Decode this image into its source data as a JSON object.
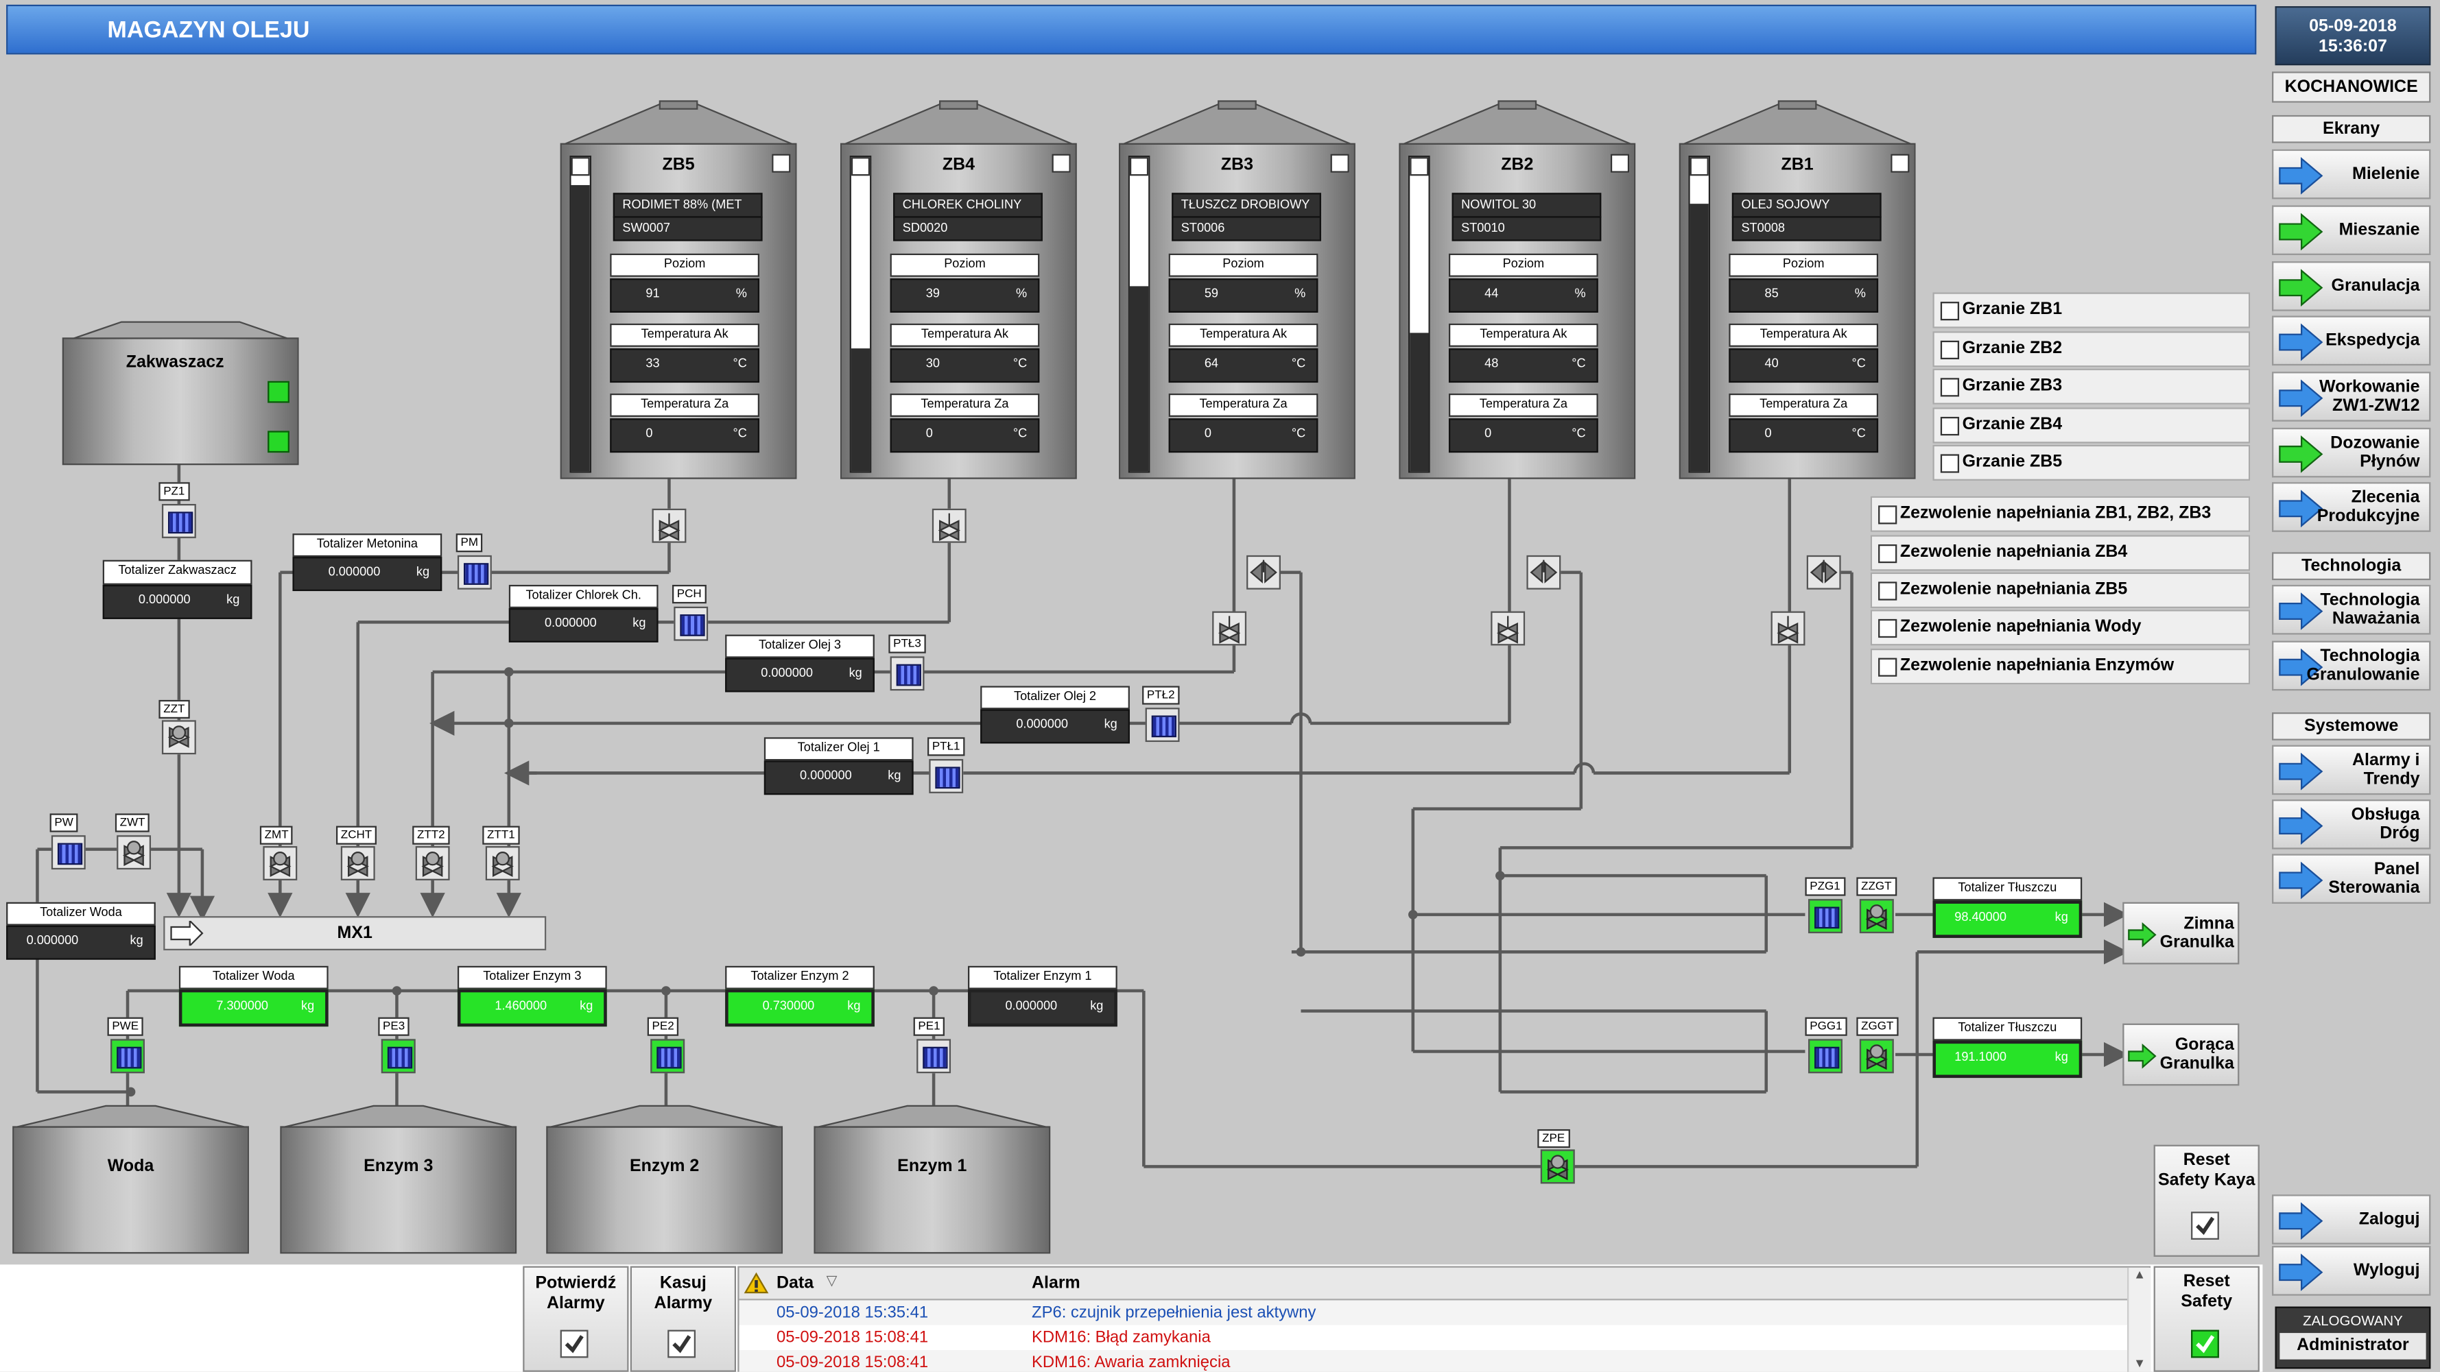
{
  "header": {
    "title": "MAGAZYN OLEJU",
    "date": "05-09-2018",
    "time": "15:36:07",
    "site": "KOCHANOWICE"
  },
  "nav": {
    "ekrany_label": "Ekrany",
    "ekrany": [
      {
        "label": "Mielenie",
        "color": "blue"
      },
      {
        "label": "Mieszanie",
        "color": "green"
      },
      {
        "label": "Granulacja",
        "color": "green"
      },
      {
        "label": "Ekspedycja",
        "color": "blue"
      },
      {
        "label": "Workowanie ZW1-ZW12",
        "color": "blue"
      },
      {
        "label": "Dozowanie Płynów",
        "color": "green"
      },
      {
        "label": "Zlecenia Produkcyjne",
        "color": "blue"
      }
    ],
    "technologia_label": "Technologia",
    "technologia": [
      {
        "label": "Technologia Naważania",
        "color": "blue"
      },
      {
        "label": "Technologia Granulowanie",
        "color": "blue"
      }
    ],
    "systemowe_label": "Systemowe",
    "systemowe": [
      {
        "label": "Alarmy i Trendy",
        "color": "blue"
      },
      {
        "label": "Obsługa Dróg",
        "color": "blue"
      },
      {
        "label": "Panel Sterowania",
        "color": "blue"
      }
    ],
    "zaloguj": "Zaloguj",
    "wyloguj": "Wyloguj",
    "logged_label": "ZALOGOWANY",
    "user": "Administrator"
  },
  "tanks": [
    {
      "name": "ZB5",
      "product": "RODIMET 88% (MET",
      "code": "SW0007",
      "level_label": "Poziom",
      "level": 91,
      "level_unit": "%",
      "temp_ak_label": "Temperatura Ak",
      "temp_ak": 33,
      "temp_za_label": "Temperatura Za",
      "temp_za": 0,
      "temp_unit": "°C",
      "gauge": 0.91
    },
    {
      "name": "ZB4",
      "product": "CHLOREK CHOLINY",
      "code": "SD0020",
      "level_label": "Poziom",
      "level": 39,
      "level_unit": "%",
      "temp_ak_label": "Temperatura Ak",
      "temp_ak": 30,
      "temp_za_label": "Temperatura Za",
      "temp_za": 0,
      "temp_unit": "°C",
      "gauge": 0.39
    },
    {
      "name": "ZB3",
      "product": "TŁUSZCZ DROBIOWY",
      "code": "ST0006",
      "level_label": "Poziom",
      "level": 59,
      "level_unit": "%",
      "temp_ak_label": "Temperatura Ak",
      "temp_ak": 64,
      "temp_za_label": "Temperatura Za",
      "temp_za": 0,
      "temp_unit": "°C",
      "gauge": 0.59
    },
    {
      "name": "ZB2",
      "product": "NOWITOL 30",
      "code": "ST0010",
      "level_label": "Poziom",
      "level": 44,
      "level_unit": "%",
      "temp_ak_label": "Temperatura Ak",
      "temp_ak": 48,
      "temp_za_label": "Temperatura Za",
      "temp_za": 0,
      "temp_unit": "°C",
      "gauge": 0.44
    },
    {
      "name": "ZB1",
      "product": "OLEJ SOJOWY",
      "code": "ST0008",
      "level_label": "Poziom",
      "level": 85,
      "level_unit": "%",
      "temp_ak_label": "Temperatura Ak",
      "temp_ak": 40,
      "temp_za_label": "Temperatura Za",
      "temp_za": 0,
      "temp_unit": "°C",
      "gauge": 0.85
    }
  ],
  "zakwaszacz": {
    "name": "Zakwaszacz",
    "tag": "PZ1",
    "tote_label": "Totalizer Zakwaszacz",
    "tote_value": "0.000000",
    "unit": "kg",
    "valve_tag": "ZZT"
  },
  "totalizers_top": [
    {
      "id": "metonina",
      "label": "Totalizer Metonina",
      "value": "0.000000",
      "unit": "kg",
      "pump": "PM"
    },
    {
      "id": "chlorek",
      "label": "Totalizer Chlorek Ch.",
      "value": "0.000000",
      "unit": "kg",
      "pump": "PCH"
    },
    {
      "id": "olej3",
      "label": "Totalizer Olej 3",
      "value": "0.000000",
      "unit": "kg",
      "pump": "PTŁ3"
    },
    {
      "id": "olej2",
      "label": "Totalizer Olej 2",
      "value": "0.000000",
      "unit": "kg",
      "pump": "PTŁ2"
    },
    {
      "id": "olej1",
      "label": "Totalizer Olej 1",
      "value": "0.000000",
      "unit": "kg",
      "pump": "PTŁ1"
    }
  ],
  "mx": {
    "name": "MX1",
    "valves": [
      "ZMT",
      "ZCHT",
      "ZTT2",
      "ZTT1"
    ],
    "pw": "PW",
    "zwt": "ZWT",
    "woda_label": "Totalizer Woda",
    "woda_value": "0.000000",
    "unit": "kg"
  },
  "bottom_totalizers": [
    {
      "label": "Totalizer Woda",
      "value": "7.300000",
      "unit": "kg",
      "active": true,
      "pump": "PWE",
      "tank": "Woda"
    },
    {
      "label": "Totalizer Enzym 3",
      "value": "1.460000",
      "unit": "kg",
      "active": true,
      "pump": "PE3",
      "tank": "Enzym 3"
    },
    {
      "label": "Totalizer Enzym 2",
      "value": "0.730000",
      "unit": "kg",
      "active": true,
      "pump": "PE2",
      "tank": "Enzym 2"
    },
    {
      "label": "Totalizer Enzym 1",
      "value": "0.000000",
      "unit": "kg",
      "active": false,
      "pump": "PE1",
      "tank": "Enzym 1"
    }
  ],
  "heating": [
    "Grzanie ZB1",
    "Grzanie ZB2",
    "Grzanie ZB3",
    "Grzanie ZB4",
    "Grzanie ZB5"
  ],
  "permits": [
    "Zezwolenie napełniania ZB1, ZB2, ZB3",
    "Zezwolenie napełniania ZB4",
    "Zezwolenie napełniania ZB5",
    "Zezwolenie napełniania Wody",
    "Zezwolenie napełniania Enzymów"
  ],
  "outputs": [
    {
      "pump": "PZG1",
      "valve": "ZZGT",
      "tote_label": "Totalizer Tłuszczu",
      "tote_value": "98.40000",
      "unit": "kg",
      "dest": "Zimna Granulka"
    },
    {
      "pump": "PGG1",
      "valve": "ZGGT",
      "tote_label": "Totalizer Tłuszczu",
      "tote_value": "191.1000",
      "unit": "kg",
      "dest": "Gorąca Granulka"
    }
  ],
  "zpe": "ZPE",
  "safety": {
    "kaya": "Reset Safety Kaya",
    "safety": "Reset Safety"
  },
  "alarms": {
    "confirm": "Potwierdź Alarmy",
    "delete": "Kasuj Alarmy",
    "col_date": "Data",
    "col_alarm": "Alarm",
    "rows": [
      {
        "date": "05-09-2018 15:35:41",
        "text": "ZP6: czujnik przepełnienia jest aktywny",
        "color": "#1a4fb4"
      },
      {
        "date": "05-09-2018 15:08:41",
        "text": "KDM16: Błąd zamykania",
        "color": "#d01010"
      },
      {
        "date": "05-09-2018 15:08:41",
        "text": "KDM16: Awaria zamknięcia",
        "color": "#d01010"
      }
    ]
  }
}
